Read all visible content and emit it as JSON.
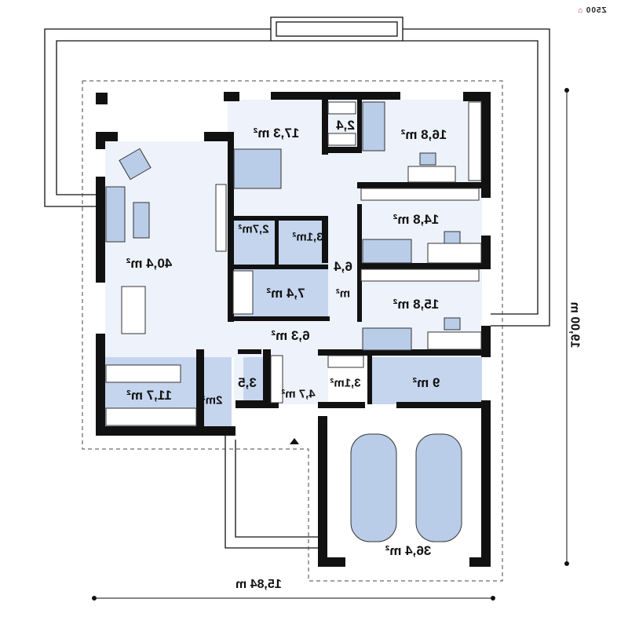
{
  "logo": "Z500",
  "dimensions": {
    "width": "15,84 m",
    "depth": "19,00 m"
  },
  "rooms": [
    {
      "id": "living",
      "label": "40,4 m²"
    },
    {
      "id": "bedroom-master",
      "label": "17,3 m²"
    },
    {
      "id": "wardrobe",
      "label": "2,4"
    },
    {
      "id": "bedroom-1",
      "label": "16,8 m²"
    },
    {
      "id": "bedroom-2",
      "label": "14,8 m²"
    },
    {
      "id": "bedroom-3",
      "label": "15,8 m²"
    },
    {
      "id": "ensuite-wc",
      "label": "2,7m²"
    },
    {
      "id": "ensuite",
      "label": "3,1m²"
    },
    {
      "id": "corridor",
      "label": "6,4"
    },
    {
      "id": "corridor-unit",
      "label": "m²"
    },
    {
      "id": "bathroom",
      "label": "7,4 m²"
    },
    {
      "id": "hall",
      "label": "6,3 m²"
    },
    {
      "id": "kitchen",
      "label": "11,7 m²"
    },
    {
      "id": "pantry",
      "label": "2m²"
    },
    {
      "id": "wc",
      "label": "3,5"
    },
    {
      "id": "entry",
      "label": "4,7 m²"
    },
    {
      "id": "boiler",
      "label": "3,1m²"
    },
    {
      "id": "utility",
      "label": "9 m²"
    },
    {
      "id": "garage",
      "label": "36,4 m²"
    }
  ],
  "colors": {
    "wall": "#111111",
    "floor": "#eef2fa",
    "wet": "#c5d5ee",
    "furniture": "#b9cce8",
    "accent": "#d8246c"
  }
}
